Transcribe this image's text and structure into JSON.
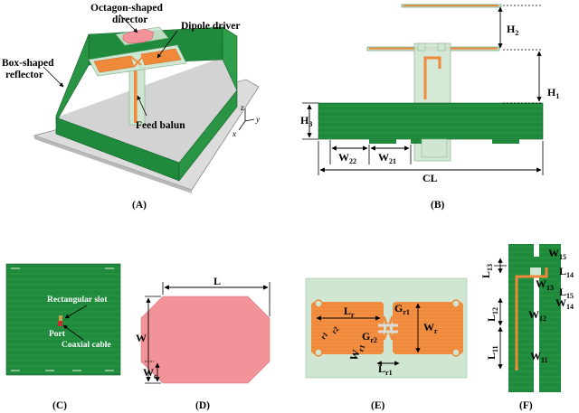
{
  "panel_a": {
    "director_label": "Octagon-shaped",
    "director_label_line2": "director",
    "driver_label": "Dipole driver",
    "reflector_label": "Box-shaped",
    "reflector_label_line2": "reflector",
    "balun_label": "Feed balun",
    "axis_z": "z",
    "axis_y": "y",
    "axis_x": "x",
    "caption": "(A)"
  },
  "panel_b": {
    "h2": "H",
    "h2_sub": "2",
    "h1": "H",
    "h1_sub": "1",
    "h3": "H",
    "h3_sub": "3",
    "w22": "W",
    "w22_sub": "22",
    "w21": "W",
    "w21_sub": "21",
    "cl": "CL",
    "caption": "(B)"
  },
  "panel_c": {
    "slot_label": "Rectangular slot",
    "port_label": "Port",
    "cable_label": "Coaxial cable",
    "caption": "(C)"
  },
  "panel_d": {
    "l": "L",
    "w": "W",
    "wc": "W",
    "wc_sub": "c",
    "caption": "(D)"
  },
  "panel_e": {
    "gr1": "G",
    "gr1_sub": "r1",
    "gr2": "G",
    "gr2_sub": "r2",
    "lr": "L",
    "lr_sub": "r",
    "wr": "W",
    "wr_sub": "r",
    "wr1": "W",
    "wr1_sub": "r1",
    "lr1": "L",
    "lr1_sub": "r1",
    "r1": "r1",
    "r2": "r2",
    "caption": "(E)"
  },
  "panel_f": {
    "w15": "W",
    "w15_sub": "15",
    "l13": "L",
    "l13_sub": "13",
    "l14": "L",
    "l14_sub": "14",
    "w13": "W",
    "w13_sub": "13",
    "l15": "L",
    "l15_sub": "15",
    "w14": "W",
    "w14_sub": "14",
    "l12": "L",
    "l12_sub": "12",
    "w12": "W",
    "w12_sub": "12",
    "l11": "L",
    "l11_sub": "11",
    "w11": "W",
    "w11_sub": "11",
    "caption": "(F)"
  },
  "colors": {
    "pcb_green": "#1f8a3c",
    "pcb_green_light": "#2e9e4a",
    "copper_orange": "#f08a3a",
    "director_pink": "#f2939a",
    "substrate_tint": "#cfe6d2",
    "reflector_floor": "#d6d6d6"
  }
}
